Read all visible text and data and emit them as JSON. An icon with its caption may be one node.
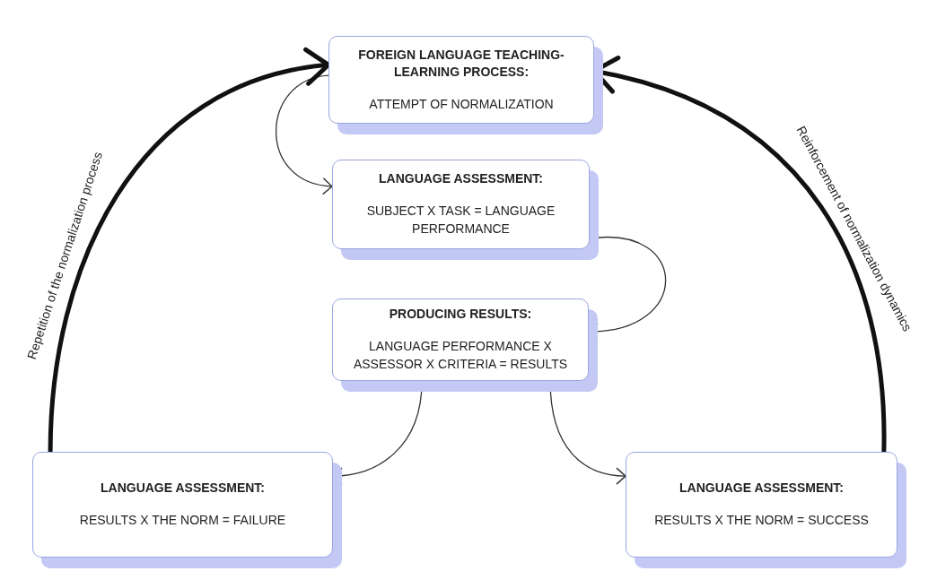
{
  "diagram": {
    "nodes": [
      {
        "text": [
          "FOREIGN LANGUAGE TEACHING-LEARNING PROCESS:",
          "ATTEMPT OF NORMALIZATION"
        ]
      },
      {
        "text": [
          "LANGUAGE ASSESSMENT:",
          "SUBJECT X TASK = LANGUAGE PERFORMANCE"
        ]
      },
      {
        "text": [
          "PRODUCING RESULTS:",
          "LANGUAGE PERFORMANCE X ASSESSOR X CRITERIA = RESULTS"
        ]
      },
      {
        "text": [
          "LANGUAGE ASSESSMENT:",
          "RESULTS X THE NORM = FAILURE"
        ]
      },
      {
        "text": [
          "LANGUAGE ASSESSMENT:",
          "RESULTS X THE NORM = SUCCESS"
        ]
      }
    ],
    "edges": [
      {
        "from": 0,
        "to": 1,
        "arrow": "to"
      },
      {
        "from": 1,
        "to": 2,
        "arrow": "to"
      },
      {
        "from": 2,
        "to": 3,
        "arrow": "to"
      },
      {
        "from": 2,
        "to": 4,
        "arrow": "to"
      },
      {
        "from": 3,
        "to": 0,
        "arrow": "to",
        "style": "thick",
        "label": "Repetition of the normalization process"
      },
      {
        "from": 4,
        "to": 0,
        "arrow": "to",
        "style": "thick",
        "label": "Reinforcement of normalization dynamics"
      }
    ]
  }
}
